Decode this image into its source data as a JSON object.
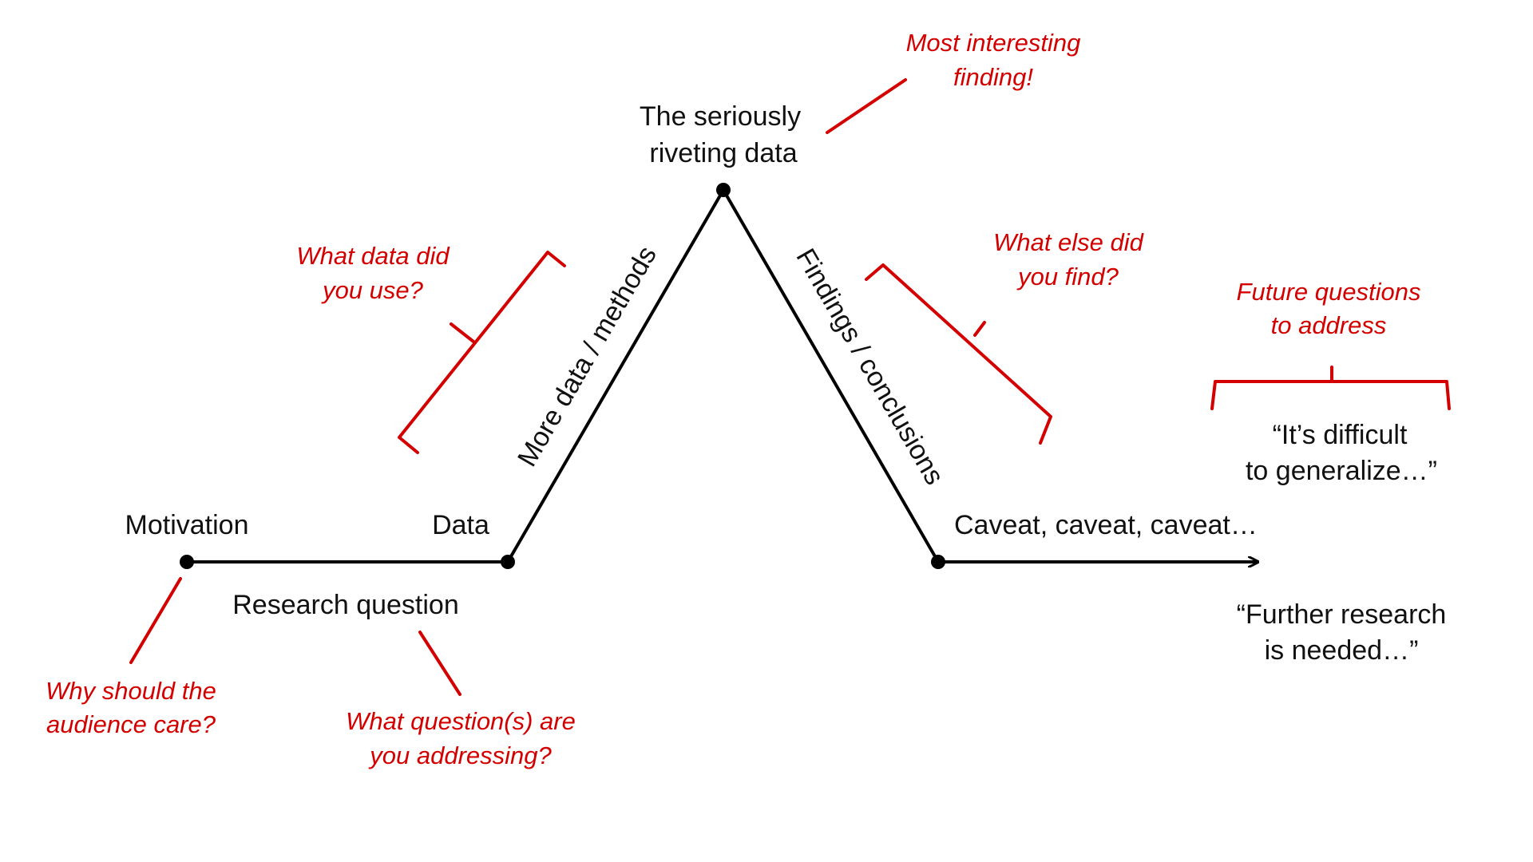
{
  "colors": {
    "main": "#000000",
    "annotation": "#d40000"
  },
  "labels": {
    "motivation": "Motivation",
    "data": "Data",
    "research_question": "Research question",
    "peak_line1": "The seriously",
    "peak_line2": "riveting data",
    "more_data": "More data / methods",
    "findings": "Findings / conclusions",
    "caveat": "Caveat, caveat, caveat…",
    "generalize_line1": "“It’s difficult",
    "generalize_line2": "to generalize…”",
    "further_line1": "“Further research",
    "further_line2": "is needed…”"
  },
  "annotations": {
    "most_interesting_line1": "Most interesting",
    "most_interesting_line2": "finding!",
    "what_data_line1": "What data did",
    "what_data_line2": "you use?",
    "what_else_line1": "What else did",
    "what_else_line2": "you find?",
    "future_line1": "Future questions",
    "future_line2": "to address",
    "why_care_line1": "Why should the",
    "why_care_line2": "audience care?",
    "what_question_line1": "What question(s) are",
    "what_question_line2": "you addressing?"
  }
}
